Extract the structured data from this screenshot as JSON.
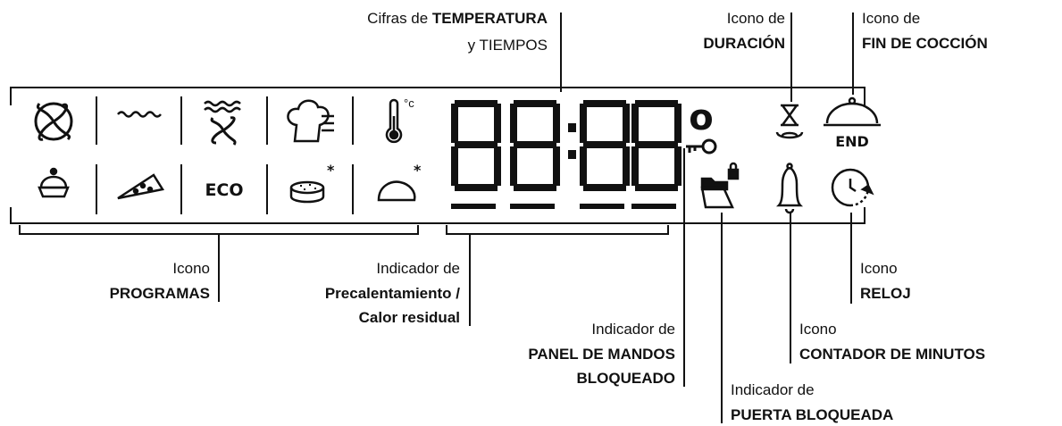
{
  "panel": {
    "eco_label": "ECO",
    "end_label": "END",
    "degree_mark": "°c",
    "digits": "88:88",
    "power_o": "o"
  },
  "labels": {
    "temperatura": {
      "line1_pre": "Cifras de ",
      "line1_bold": "TEMPERATURA",
      "line2": "y TIEMPOS"
    },
    "duracion": {
      "line1": "Icono de",
      "line2": "DURACIÓN"
    },
    "fin": {
      "line1": "Icono de",
      "line2": "FIN DE COCCIÓN"
    },
    "programas": {
      "line1": "Icono",
      "line2": "PROGRAMAS"
    },
    "precalentamiento": {
      "line1": "Indicador de",
      "line2": "Precalentamiento /",
      "line3": "Calor residual"
    },
    "panel_bloqueado": {
      "line1": "Indicador de",
      "line2": "PANEL DE MANDOS",
      "line3": "BLOQUEADO"
    },
    "puerta": {
      "line1": "Indicador de",
      "line2": "PUERTA BLOQUEADA"
    },
    "reloj": {
      "line1": "Icono",
      "line2": "RELOJ"
    },
    "contador": {
      "line1": "Icono",
      "line2": "CONTADOR DE MINUTOS"
    }
  }
}
